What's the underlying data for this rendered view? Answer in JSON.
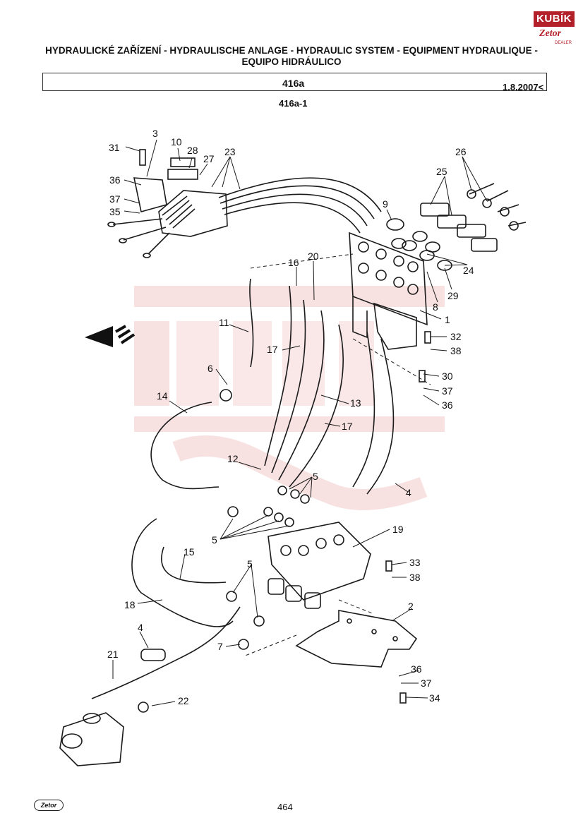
{
  "header": {
    "title": "HYDRAULICKÉ ZAŘÍZENÍ - HYDRAULISCHE ANLAGE - HYDRAULIC SYSTEM - EQUIPMENT HYDRAULIQUE - EQUIPO HIDRÁULICO",
    "section": "416a",
    "date": "1.8.2007<",
    "figure": "416a-1"
  },
  "logo": {
    "brand": "KUBÍK",
    "sub_brand": "Zetor",
    "tag": "DEALER"
  },
  "footer": {
    "page": "464",
    "logo_text": "Zetor"
  },
  "colors": {
    "watermark": "#f3c9c9",
    "brand_red": "#b3202a",
    "line": "#1a1a1a"
  },
  "callouts": [
    {
      "id": "c31",
      "label": "31"
    },
    {
      "id": "c3",
      "label": "3"
    },
    {
      "id": "c10",
      "label": "10"
    },
    {
      "id": "c28",
      "label": "28"
    },
    {
      "id": "c27",
      "label": "27"
    },
    {
      "id": "c23",
      "label": "23"
    },
    {
      "id": "c36a",
      "label": "36"
    },
    {
      "id": "c37a",
      "label": "37"
    },
    {
      "id": "c35",
      "label": "35"
    },
    {
      "id": "c9",
      "label": "9"
    },
    {
      "id": "c26",
      "label": "26"
    },
    {
      "id": "c25",
      "label": "25"
    },
    {
      "id": "c24",
      "label": "24"
    },
    {
      "id": "c29",
      "label": "29"
    },
    {
      "id": "c8",
      "label": "8"
    },
    {
      "id": "c16",
      "label": "16"
    },
    {
      "id": "c20",
      "label": "20"
    },
    {
      "id": "c1",
      "label": "1"
    },
    {
      "id": "c32",
      "label": "32"
    },
    {
      "id": "c38a",
      "label": "38"
    },
    {
      "id": "c11",
      "label": "11"
    },
    {
      "id": "c17a",
      "label": "17"
    },
    {
      "id": "c6",
      "label": "6"
    },
    {
      "id": "c30",
      "label": "30"
    },
    {
      "id": "c37b",
      "label": "37"
    },
    {
      "id": "c36b",
      "label": "36"
    },
    {
      "id": "c14",
      "label": "14"
    },
    {
      "id": "c13",
      "label": "13"
    },
    {
      "id": "c17b",
      "label": "17"
    },
    {
      "id": "c12",
      "label": "12"
    },
    {
      "id": "c5a",
      "label": "5"
    },
    {
      "id": "c4a",
      "label": "4"
    },
    {
      "id": "c5b",
      "label": "5"
    },
    {
      "id": "c19",
      "label": "19"
    },
    {
      "id": "c33",
      "label": "33"
    },
    {
      "id": "c38b",
      "label": "38"
    },
    {
      "id": "c15",
      "label": "15"
    },
    {
      "id": "c5c",
      "label": "5"
    },
    {
      "id": "c18",
      "label": "18"
    },
    {
      "id": "c2",
      "label": "2"
    },
    {
      "id": "c4b",
      "label": "4"
    },
    {
      "id": "c7",
      "label": "7"
    },
    {
      "id": "c21",
      "label": "21"
    },
    {
      "id": "c36c",
      "label": "36"
    },
    {
      "id": "c37c",
      "label": "37"
    },
    {
      "id": "c34",
      "label": "34"
    },
    {
      "id": "c22",
      "label": "22"
    }
  ]
}
